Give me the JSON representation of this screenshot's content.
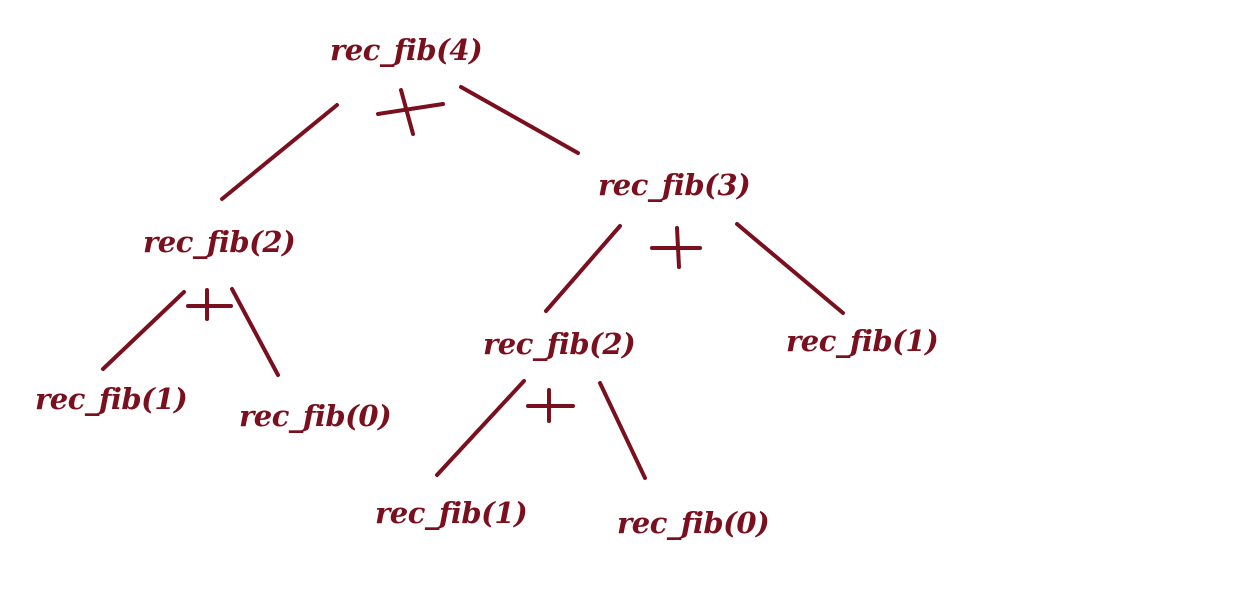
{
  "colors": {
    "ink": "#7a0f1e",
    "background": "#ffffff"
  },
  "tree": {
    "root": "rec_fib(4)",
    "left": "rec_fib(2)",
    "left_left": "rec_fib(1)",
    "left_right": "rec_fib(0)",
    "right": "rec_fib(3)",
    "right_left": "rec_fib(2)",
    "right_right": "rec_fib(1)",
    "right_left_left": "rec_fib(1)",
    "right_left_right": "rec_fib(0)"
  },
  "operator_symbol": "+"
}
